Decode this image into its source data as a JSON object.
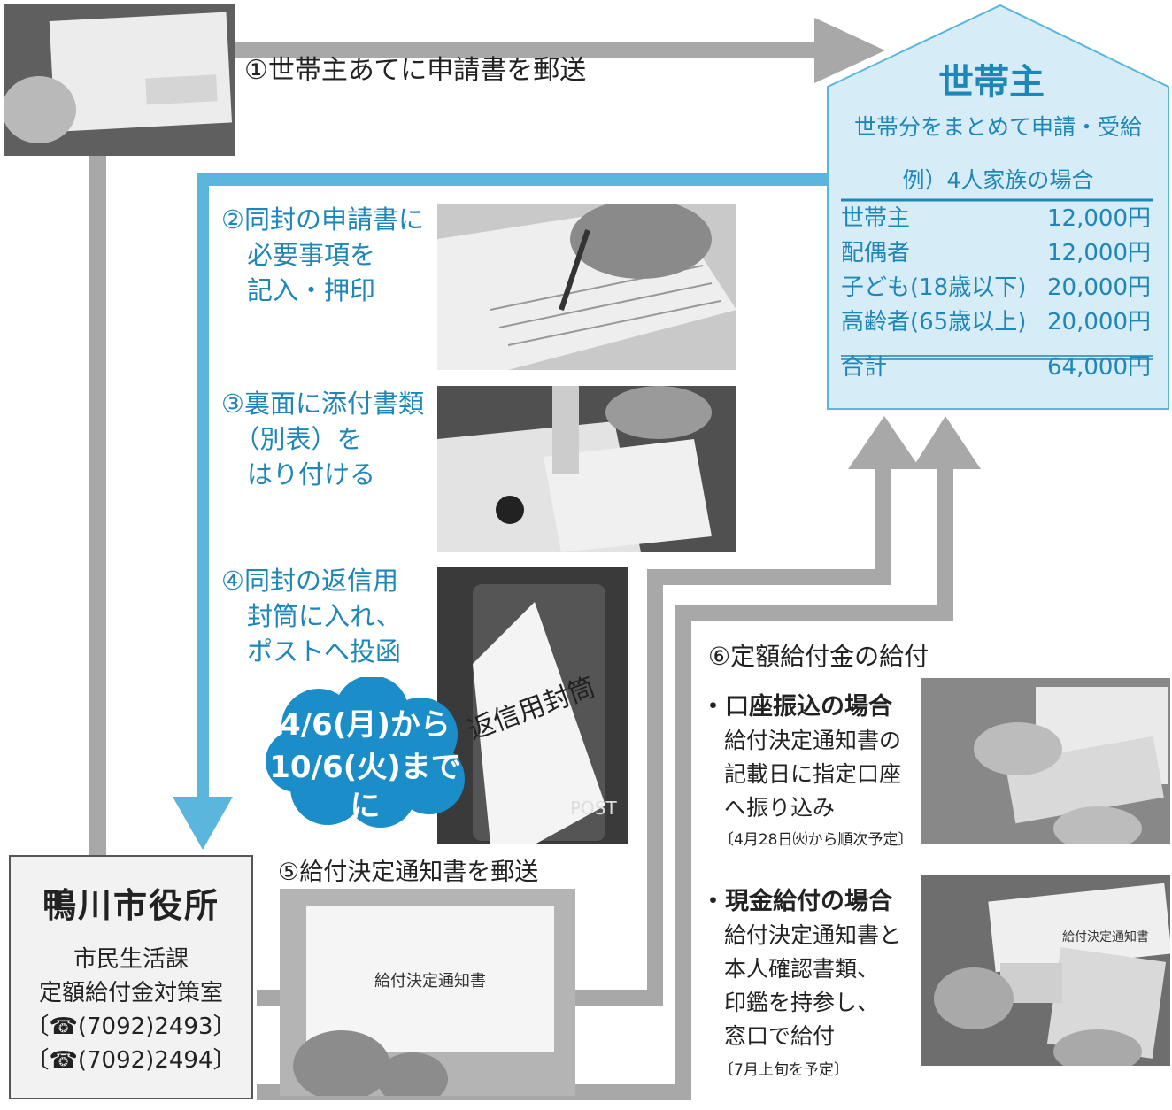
{
  "steps": {
    "s1": "①世帯主あてに申請書を郵送",
    "s2": "②同封の申請書に\n　必要事項を\n　記入・押印",
    "s3": "③裏面に添付書類\n　（別表）を\n　はり付ける",
    "s4": "④同封の返信用\n　封筒に入れ、\n　ポストへ投函",
    "s5": "⑤給付決定通知書を郵送",
    "s6": "⑥定額給付金の給付"
  },
  "deadline": {
    "line1": "4/6(月)から",
    "line2": "10/6(火)までに"
  },
  "household": {
    "title": "世帯主",
    "subtitle": "世帯分をまとめて申請・受給",
    "example": "例）4人家族の場合",
    "rows": [
      {
        "label": "世帯主",
        "amount": "12,000円"
      },
      {
        "label": "配偶者",
        "amount": "12,000円"
      },
      {
        "label": "子ども(18歳以下)",
        "amount": "20,000円"
      },
      {
        "label": "高齢者(65歳以上)",
        "amount": "20,000円"
      }
    ],
    "total_label": "合計",
    "total_amount": "64,000円"
  },
  "cityhall": {
    "name": "鴨川市役所",
    "dept": "市民生活課",
    "office": "定額給付金対策室",
    "tel1": "〔☎(7092)2493〕",
    "tel2": "〔☎(7092)2494〕"
  },
  "payment": {
    "transfer_head": "・口座振込の場合",
    "transfer_body": "給付決定通知書の\n記載日に指定口座\nへ振り込み",
    "transfer_note": "〔4月28日㈫から順次予定〕",
    "cash_head": "・現金給付の場合",
    "cash_body": "給付決定通知書と\n本人確認書類、\n印鑑を持参し、\n窓口で給付",
    "cash_note": "〔7月上旬を予定〕"
  },
  "photos": {
    "envelope_text": "給付決定通知書",
    "reply_text": "返信用封筒",
    "post_text": "POST",
    "notice_text": "給付決定通知書"
  },
  "colors": {
    "accent_blue": "#5ab6dc",
    "house_fill": "#d6ecf7",
    "arrow_gray": "#a8a8a8",
    "cloud_blue": "#1b8ec9"
  }
}
